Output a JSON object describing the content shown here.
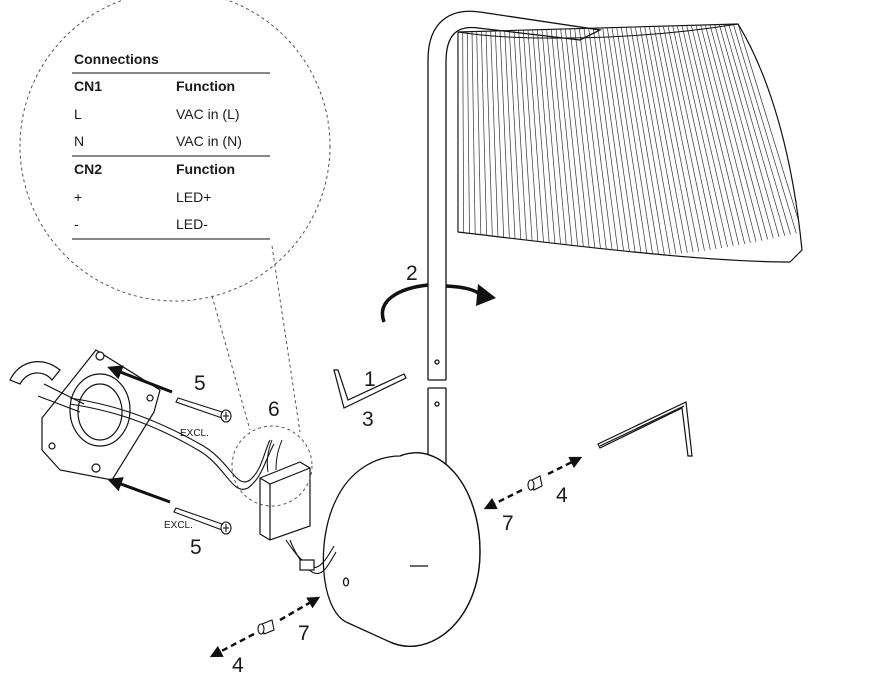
{
  "connections_table": {
    "title": "Connections",
    "groups": [
      {
        "header": [
          "CN1",
          "Function"
        ],
        "rows": [
          [
            "L",
            "VAC in (L)"
          ],
          [
            "N",
            "VAC in (N)"
          ]
        ]
      },
      {
        "header": [
          "CN2",
          "Function"
        ],
        "rows": [
          [
            "+",
            "LED+"
          ],
          [
            "-",
            "LED-"
          ]
        ]
      }
    ]
  },
  "callouts": {
    "rotate": "2",
    "hex_key_a": "1",
    "hex_key_b": "3",
    "screw_top": "5",
    "screw_bottom": "5",
    "excl_top": "EXCL.",
    "excl_bottom": "EXCL.",
    "driver": "6",
    "set_screw_right": "4",
    "arrow_right": "7",
    "set_screw_left": "4",
    "arrow_left": "7"
  }
}
